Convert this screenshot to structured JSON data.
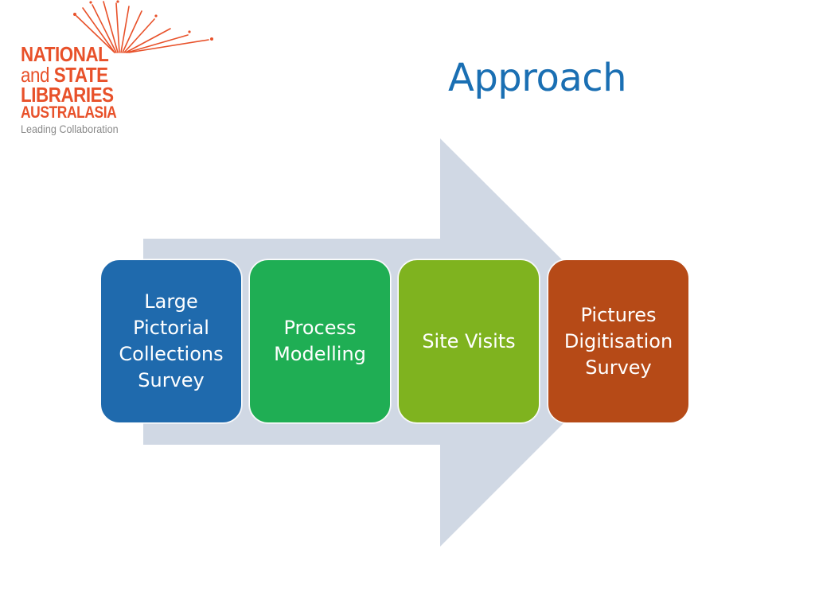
{
  "slide": {
    "title": "Approach"
  },
  "logo": {
    "line1": "NATIONAL",
    "line2_thin": "and ",
    "line2_bold": "STATE",
    "line3": "LIBRARIES",
    "line4": "AUSTRALASIA",
    "line5": "Leading Collaboration",
    "color": "#e8512a",
    "tagline_color": "#8a8a8a"
  },
  "arrow": {
    "color": "#d0d8e4"
  },
  "steps": [
    {
      "label": "Large\nPictorial\nCollections\nSurvey",
      "color": "#1f6aad"
    },
    {
      "label": "Process\nModelling",
      "color": "#1fae54"
    },
    {
      "label": "Site Visits",
      "color": "#7fb31f"
    },
    {
      "label": "Pictures\nDigitisation\nSurvey",
      "color": "#b64a17"
    }
  ]
}
